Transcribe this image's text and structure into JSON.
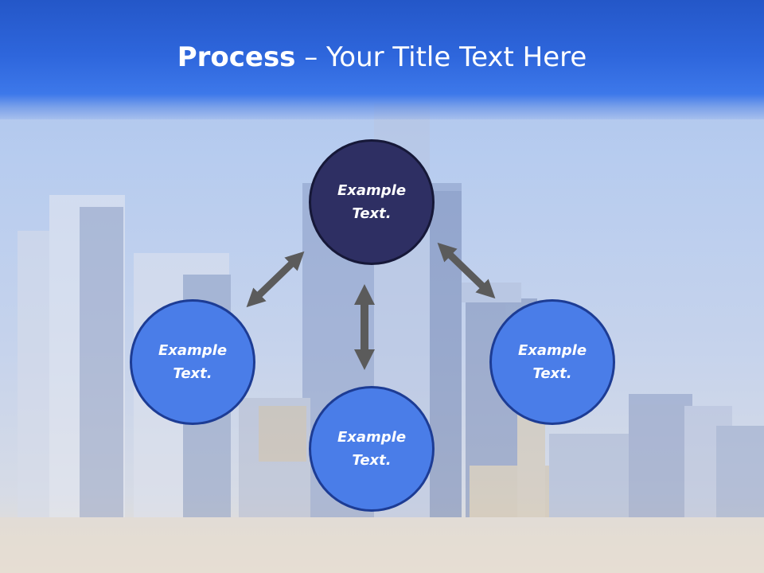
{
  "title": {
    "bold": "Process",
    "rest": " – Your Title Text Here"
  },
  "nodes": [
    {
      "id": "top",
      "label": "Example Text."
    },
    {
      "id": "left",
      "label": "Example Text."
    },
    {
      "id": "bottom",
      "label": "Example Text."
    },
    {
      "id": "right",
      "label": "Example Text."
    }
  ],
  "colors": {
    "header": "#2e66dc",
    "node_dark": "#2e2f63",
    "node_blue": "#4a7de8",
    "arrow": "#5b5b5b"
  }
}
